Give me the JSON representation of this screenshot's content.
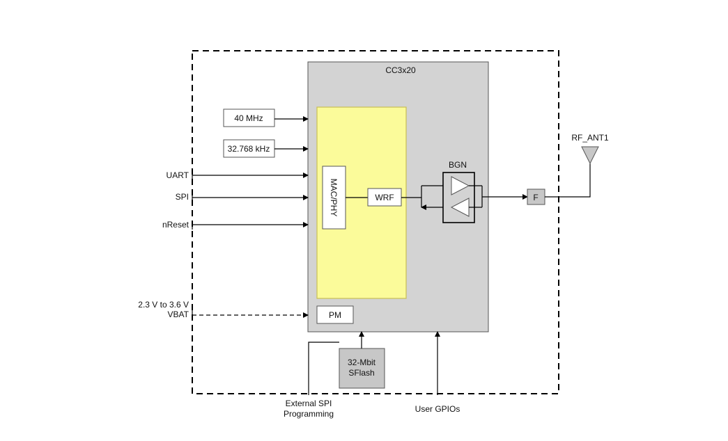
{
  "diagram": {
    "chip_title": "CC3x20",
    "clock_40": "40 MHz",
    "clock_32": "32.768 kHz",
    "uart": "UART",
    "spi": "SPI",
    "nreset": "nReset",
    "vbat_range": "2.3 V to 3.6 V",
    "vbat": "VBAT",
    "mac_phy": "MAC/PHY",
    "wrf": "WRF",
    "bgn": "BGN",
    "pm": "PM",
    "filter": "F",
    "antenna": "RF_ANT1",
    "sflash_line1": "32-Mbit",
    "sflash_line2": "SFlash",
    "ext_spi_line1": "External SPI",
    "ext_spi_line2": "Programming",
    "user_gpios": "User GPIOs"
  },
  "colors": {
    "chip_fill": "#d3d3d3",
    "core_fill": "#fbfb9a",
    "core_border": "#c9bf55",
    "sflash_fill": "#c7c7c7"
  }
}
